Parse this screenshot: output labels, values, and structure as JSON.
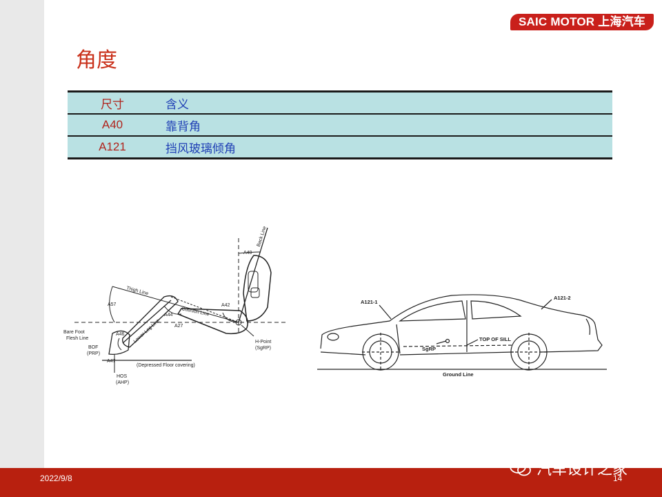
{
  "header": {
    "logo_text": "SAIC MOTOR 上海汽车"
  },
  "slide": {
    "title": "角度"
  },
  "table": {
    "header": {
      "col1": "尺寸",
      "col2": "含义"
    },
    "rows": [
      {
        "code": "A40",
        "meaning": "靠背角"
      },
      {
        "code": "A121",
        "meaning": "挡风玻璃倾角"
      }
    ]
  },
  "figure_seat": {
    "labels": {
      "back_line": "Back Line",
      "a40": "A40",
      "thigh_line": "Thigh Line",
      "a57": "A57",
      "a42": "A42",
      "a44": "A44",
      "cushion_line": "Cushion Line",
      "a27": "A27",
      "bare_foot": "Bare Foot",
      "flesh_line": "Flesh Line",
      "a46": "A46",
      "lower_leg_line": "Lower Leg Line",
      "bof": "BOF",
      "prp": "(PRP)",
      "a47": "A47",
      "depressed_floor": "(Depressed Floor covering)",
      "hos": "HOS",
      "ahp": "(AHP)",
      "h_point": "H-Point",
      "sgrp": "(SgRP)"
    }
  },
  "figure_car": {
    "labels": {
      "a121_1": "A121-1",
      "a121_2": "A121-2",
      "sgrp": "SgRP",
      "top_of_sill": "TOP OF SILL",
      "ground_line": "Ground Line"
    }
  },
  "footer": {
    "date": "2022/9/8",
    "page": "14",
    "watermark": "汽车设计之家"
  }
}
